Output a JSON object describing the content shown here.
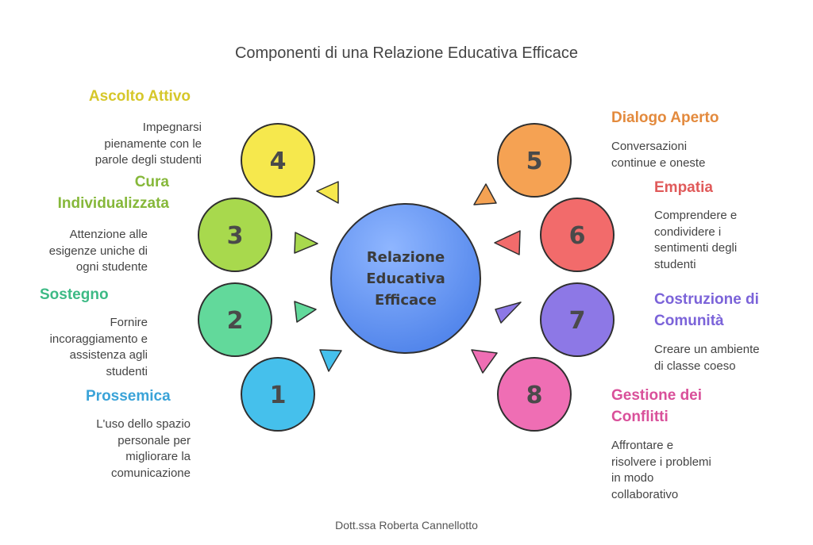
{
  "title": "Componenti di una Relazione Educativa Efficace",
  "center": {
    "lines": [
      "Relazione",
      "Educativa",
      "Efficace"
    ],
    "color": "#5b8def"
  },
  "components": [
    {
      "number": "1",
      "heading": "Prossemica",
      "heading_color": "#3aa3d8",
      "circle_color": "#45c0ec",
      "description": [
        "L'uso dello spazio",
        "personale per",
        "migliorare la",
        "comunicazione"
      ]
    },
    {
      "number": "2",
      "heading": "Sostegno",
      "heading_color": "#3dba85",
      "circle_color": "#62d99b",
      "description": [
        "Fornire",
        "incoraggiamento e",
        "assistenza agli",
        "studenti"
      ]
    },
    {
      "number": "3",
      "heading": "Cura Individualizzata",
      "heading_lines": [
        "Cura",
        "Individualizzata"
      ],
      "heading_color": "#86b83a",
      "circle_color": "#a8d94d",
      "description": [
        "Attenzione alle",
        "esigenze uniche di",
        "ogni studente"
      ]
    },
    {
      "number": "4",
      "heading": "Ascolto Attivo",
      "heading_color": "#d6c72a",
      "circle_color": "#f6e84d",
      "description": [
        "Impegnarsi",
        "pienamente con le",
        "parole degli studenti"
      ]
    },
    {
      "number": "5",
      "heading": "Dialogo Aperto",
      "heading_color": "#e38a3d",
      "circle_color": "#f5a253",
      "description": [
        "Conversazioni",
        "continue e oneste"
      ]
    },
    {
      "number": "6",
      "heading": "Empatia",
      "heading_color": "#e05a5a",
      "circle_color": "#f26b6b",
      "description": [
        "Comprendere e",
        "condividere i",
        "sentimenti degli",
        "studenti"
      ]
    },
    {
      "number": "7",
      "heading": "Costruzione di Comunità",
      "heading_lines": [
        "Costruzione di",
        "Comunità"
      ],
      "heading_color": "#7b63d9",
      "circle_color": "#8d78e6",
      "description": [
        "Creare un ambiente",
        "di classe coeso"
      ]
    },
    {
      "number": "8",
      "heading": "Gestione dei Conflitti",
      "heading_lines": [
        "Gestione dei",
        "Conflitti"
      ],
      "heading_color": "#d9509a",
      "circle_color": "#ef6eb4",
      "description": [
        "Affrontare e",
        "risolvere i problemi",
        "in modo",
        "collaborativo"
      ]
    }
  ],
  "footer": "Dott.ssa Roberta Cannellotto"
}
